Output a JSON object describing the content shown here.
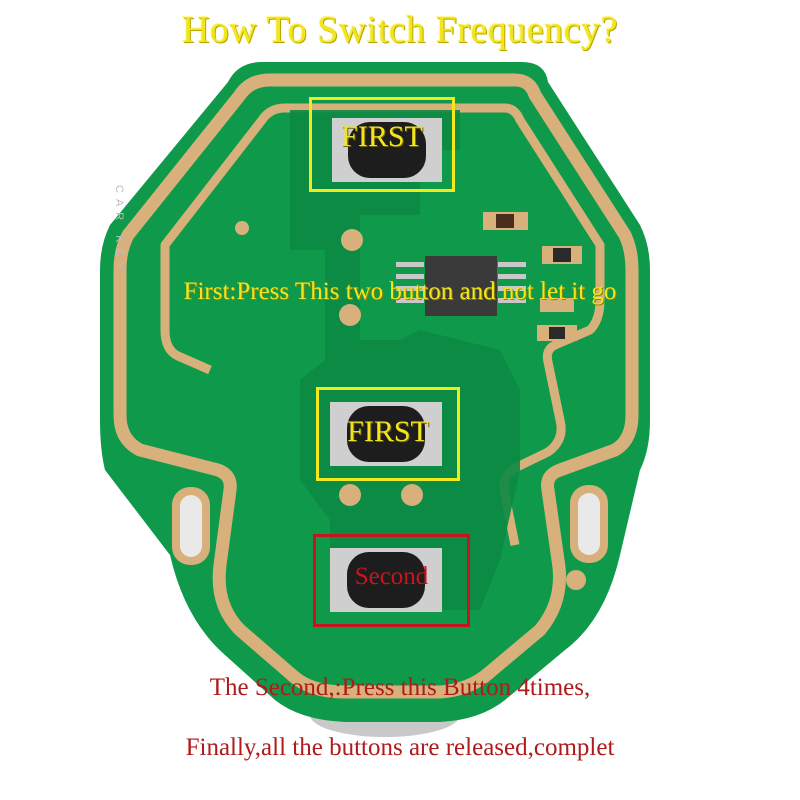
{
  "title": "How To Switch Frequency?",
  "instructions": {
    "first": "First:Press This two button and not let it go",
    "second": "The Second,:Press this Button 4times,",
    "final": "Finally,all the buttons are released,complet"
  },
  "buttons": {
    "top_label": "FIRST",
    "middle_label": "FIRST",
    "bottom_label": "Second"
  },
  "watermark": "CAR KEY",
  "colors": {
    "pcb": "#0e9a4a",
    "trace": "#d8b07c",
    "label_yellow": "#f2e51e",
    "label_red": "#c8141e"
  }
}
